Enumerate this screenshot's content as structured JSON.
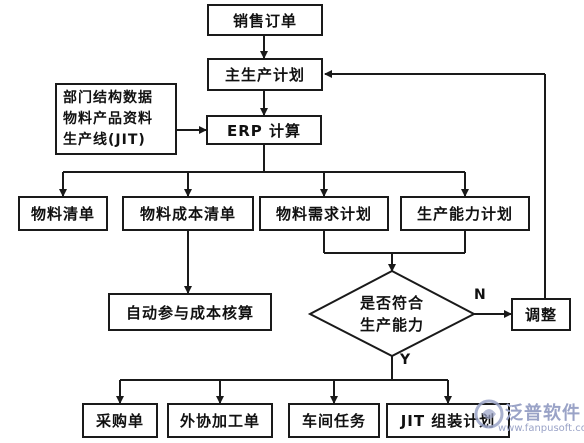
{
  "nodes": {
    "sales_order": "销售订单",
    "master_plan": "主生产计划",
    "inputs": [
      "部门结构数据",
      "物料产品资料",
      "生产线(JIT)"
    ],
    "erp_calc": "ERP 计算",
    "material_list": "物料清单",
    "material_cost": "物料成本清单",
    "mrp": "物料需求计划",
    "capacity_plan": "生产能力计划",
    "decision": [
      "是否符合",
      "生产能力"
    ],
    "adjust": "调整",
    "auto_cost": "自动参与成本核算",
    "purchase": "采购单",
    "outsource": "外协加工单",
    "workshop": "车间任务",
    "jit_plan": "JIT 组装计划"
  },
  "edge_labels": {
    "no": "N",
    "yes": "Y"
  },
  "watermark": {
    "title": "泛普软件",
    "url": "www.fanpusoft.com"
  }
}
